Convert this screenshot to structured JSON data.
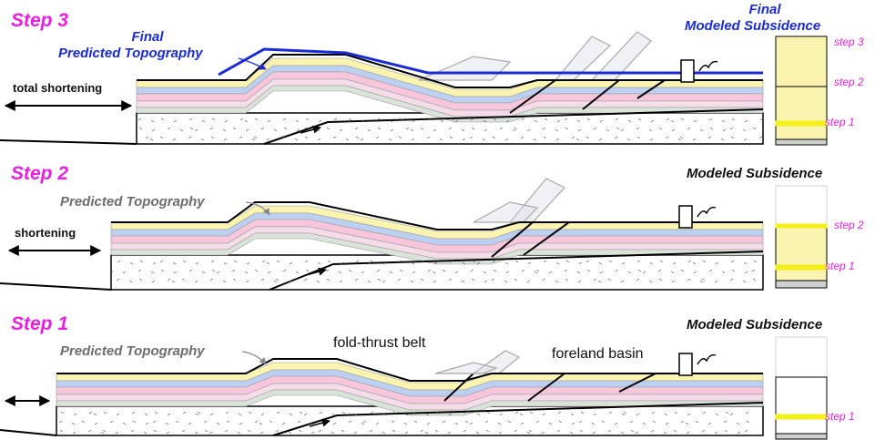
{
  "panels": {
    "step3": {
      "title": "Step 3",
      "final_topo_line1": "Final",
      "final_topo_line2": "Predicted Topography",
      "final_sub_line1": "Final",
      "final_sub_line2": "Modeled Subsidence",
      "shortening_label": "total shortening",
      "column_labels": [
        "step 3",
        "step 2",
        "step 1"
      ]
    },
    "step2": {
      "title": "Step 2",
      "topo_label": "Predicted Topography",
      "subsidence_title": "Modeled Subsidence",
      "shortening_label": "shortening",
      "column_labels": [
        "step 2",
        "step 1"
      ]
    },
    "step1": {
      "title": "Step 1",
      "topo_label": "Predicted Topography",
      "subsidence_title": "Modeled Subsidence",
      "belt_label": "fold-thrust belt",
      "basin_label": "foreland basin",
      "column_labels": [
        "step 1"
      ]
    }
  },
  "colors": {
    "step_title": "#e81fe0",
    "final_topography": "#1a2bd6",
    "pink_layer": "#f7c6da",
    "blue_layer": "#bcd0f2",
    "yellow_fill": "#fbf3b0",
    "marker_yellow": "#f2ef1a"
  }
}
